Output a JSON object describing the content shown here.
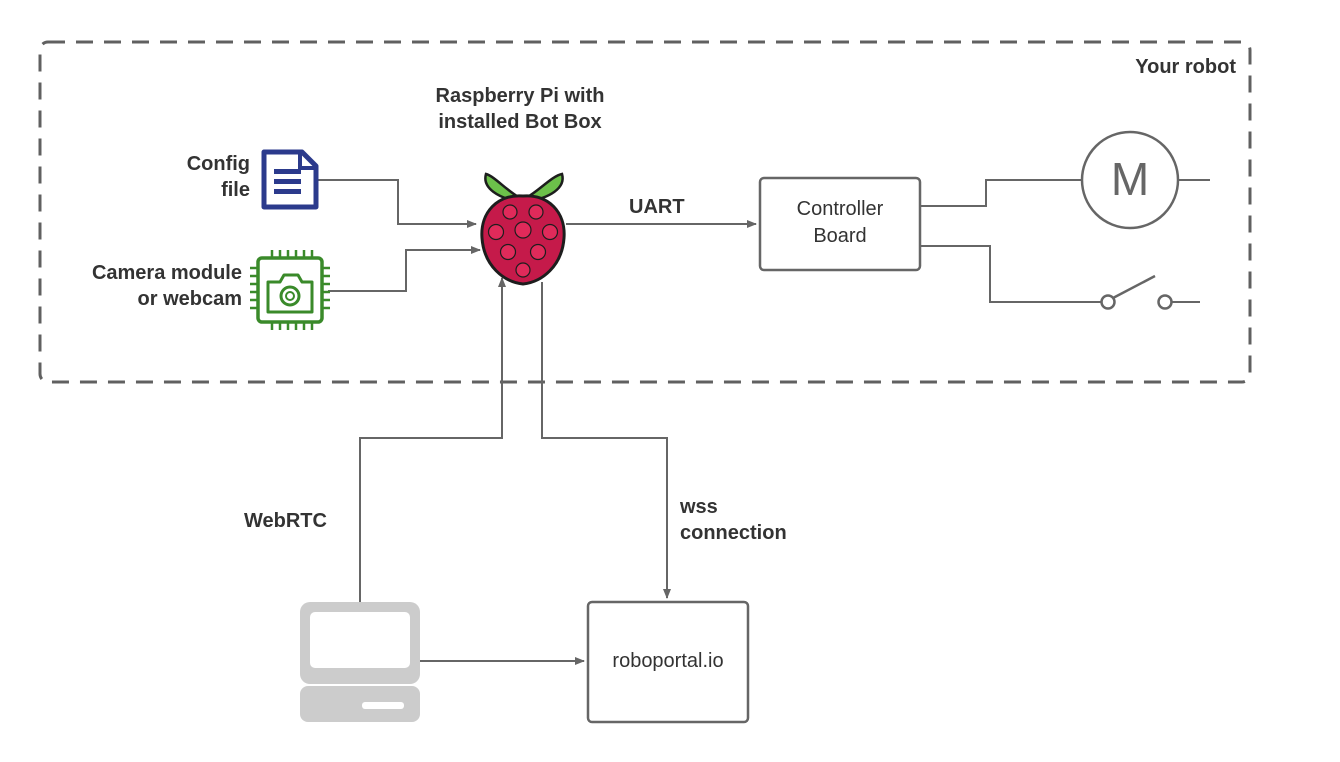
{
  "robot_boundary": {
    "label": "Your robot"
  },
  "raspberry_pi": {
    "label_line1": "Raspberry Pi with",
    "label_line2": "installed Bot Box"
  },
  "config_file": {
    "label_line1": "Config",
    "label_line2": "file"
  },
  "camera": {
    "label_line1": "Camera module",
    "label_line2": "or webcam"
  },
  "uart_link": {
    "label": "UART"
  },
  "controller_board": {
    "line1": "Controller",
    "line2": "Board"
  },
  "motor": {
    "symbol": "M"
  },
  "webrtc_link": {
    "label": "WebRTC"
  },
  "wss_link": {
    "label_line1": "wss",
    "label_line2": "connection"
  },
  "roboportal": {
    "label": "roboportal.io"
  },
  "colors": {
    "line": "#666666",
    "dashed_border": "#606060",
    "doc_icon": "#2b3a8c",
    "camera_icon": "#3a8a2a",
    "raspberry": "#c51a4a",
    "leaf": "#6cc04a",
    "computer": "#cccccc"
  }
}
